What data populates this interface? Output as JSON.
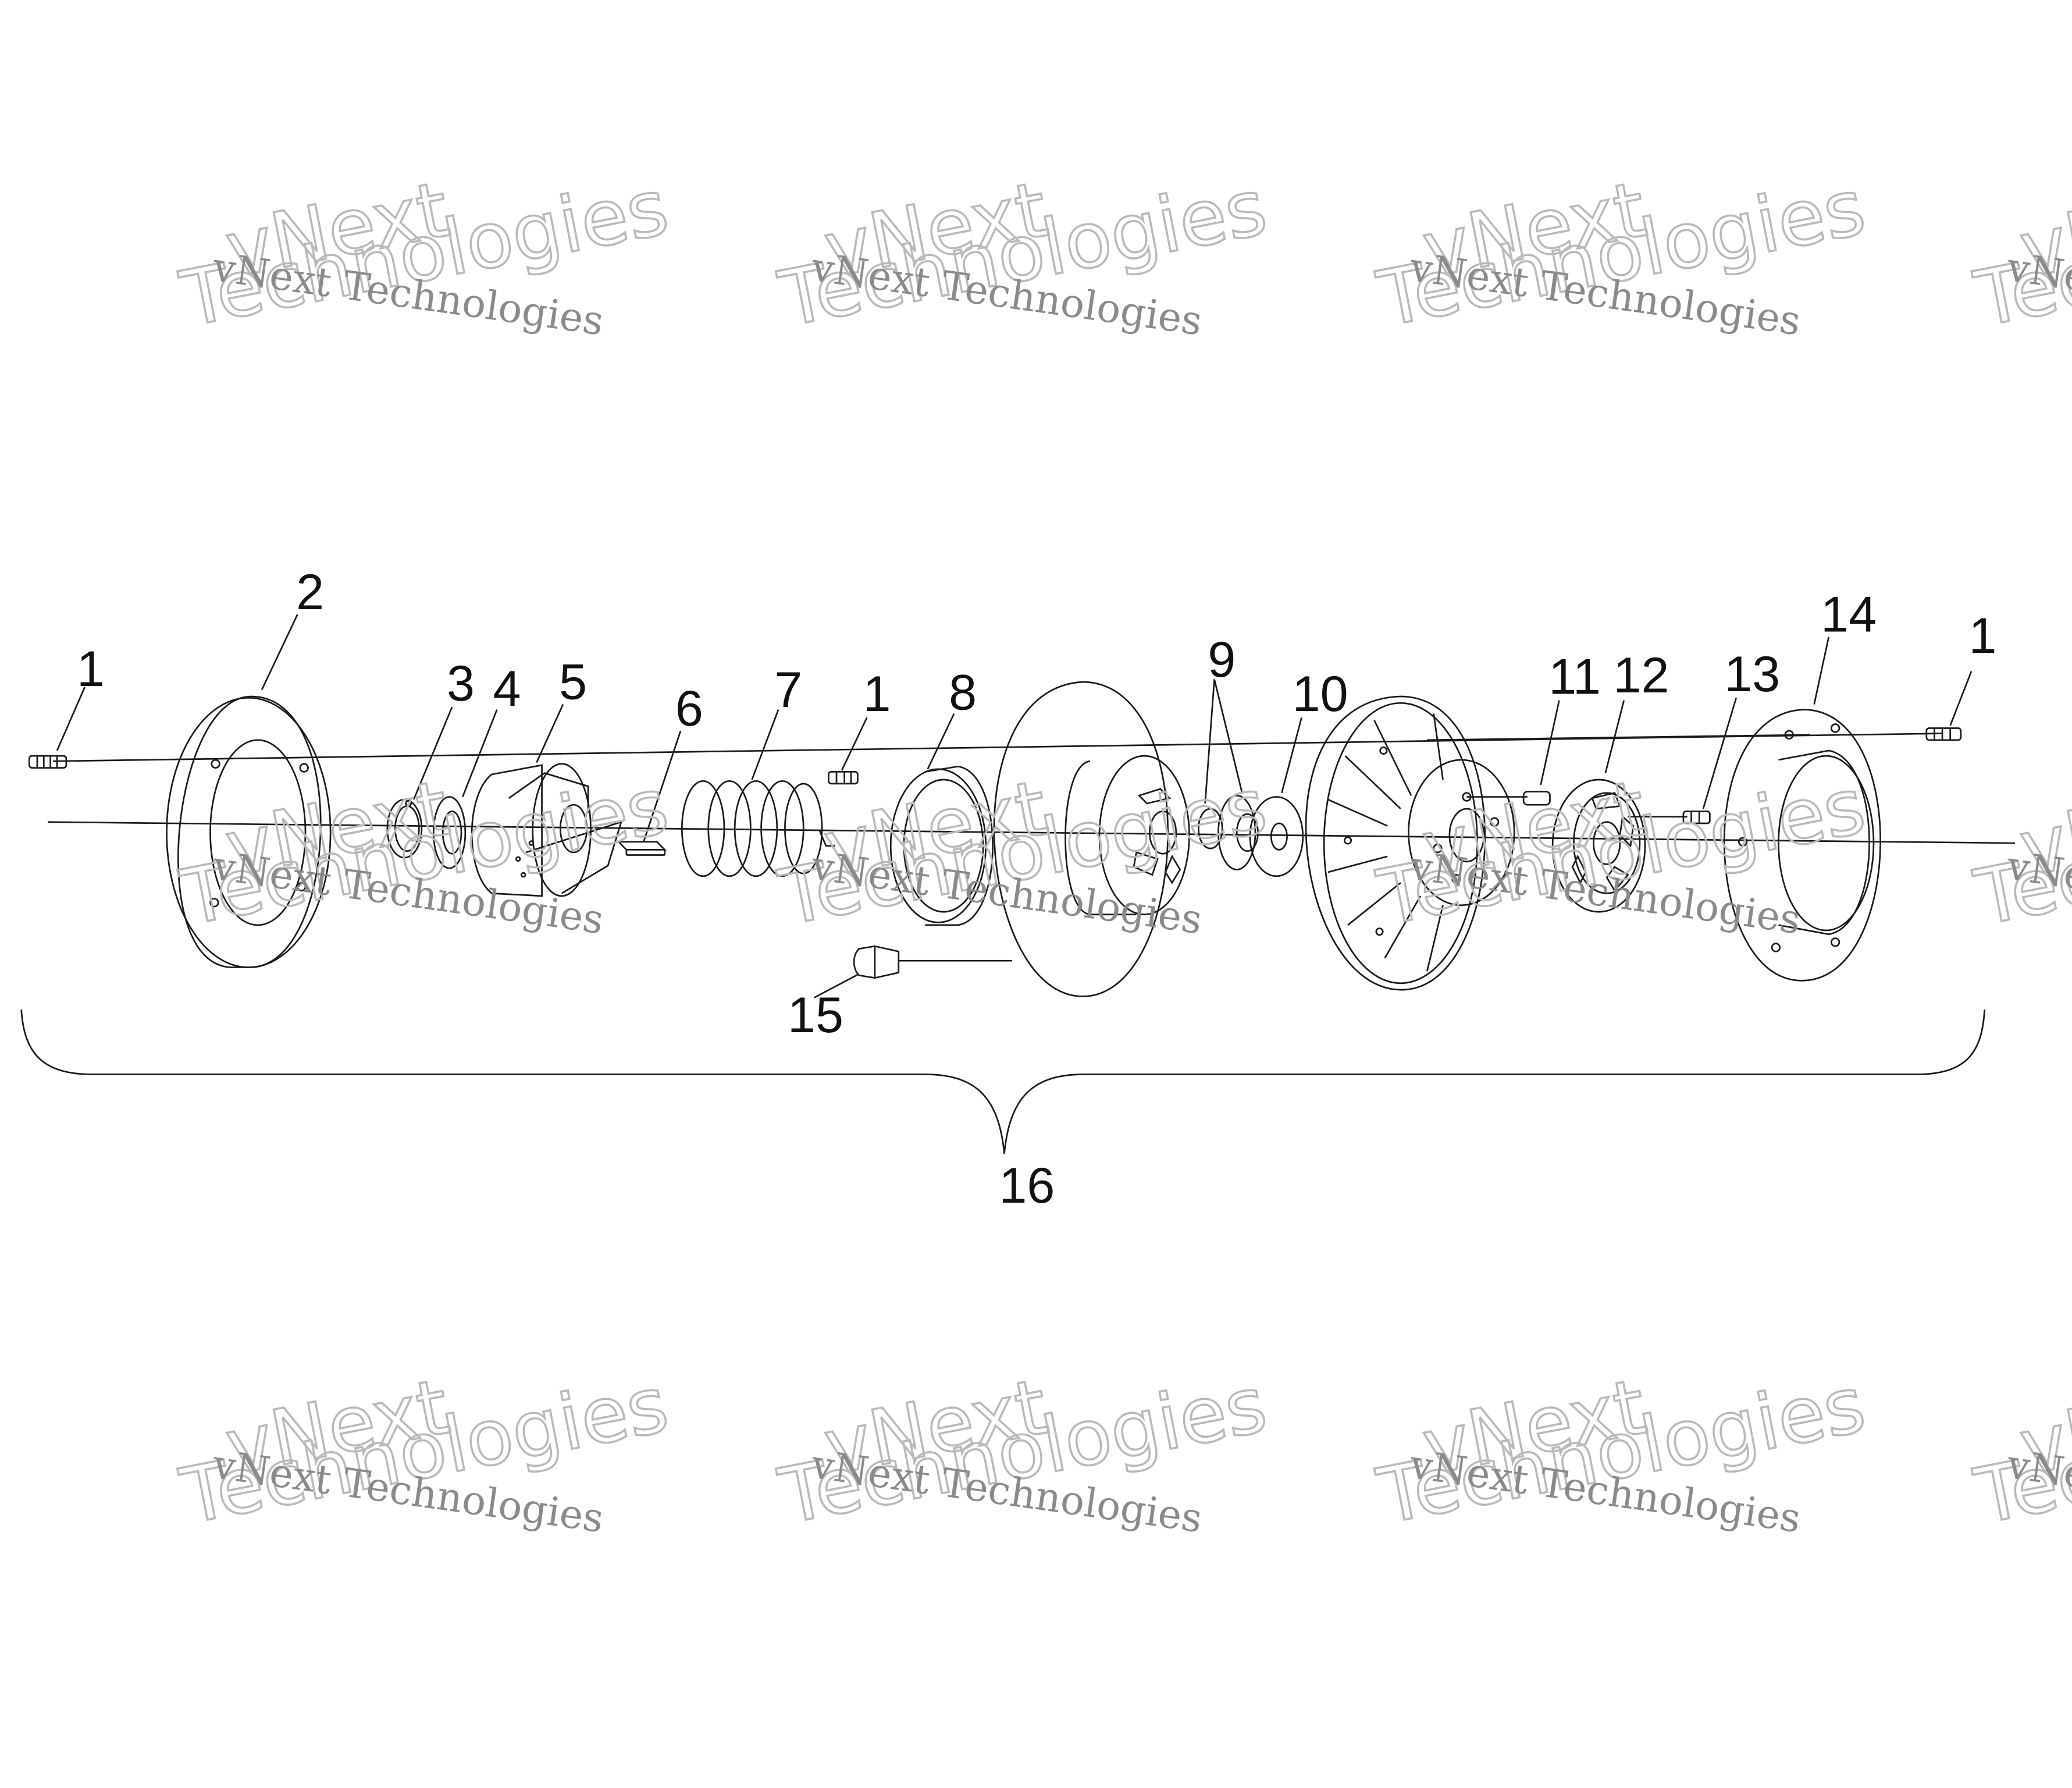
{
  "watermark": {
    "line_small": "vNext Technologies",
    "line_top": "vNext",
    "line_bottom": "Technologies"
  },
  "callouts": [
    {
      "id": "c1a",
      "label": "1",
      "part": "bolt"
    },
    {
      "id": "c2",
      "label": "2",
      "part": "back plate"
    },
    {
      "id": "c3",
      "label": "3",
      "part": "snap ring"
    },
    {
      "id": "c4",
      "label": "4",
      "part": "washer"
    },
    {
      "id": "c5",
      "label": "5",
      "part": "torque bracket"
    },
    {
      "id": "c6",
      "label": "6",
      "part": "key"
    },
    {
      "id": "c7",
      "label": "7",
      "part": "spring"
    },
    {
      "id": "c1b",
      "label": "1",
      "part": "screw"
    },
    {
      "id": "c8",
      "label": "8",
      "part": "bushing"
    },
    {
      "id": "c9",
      "label": "9",
      "part": "spacers"
    },
    {
      "id": "c10",
      "label": "10",
      "part": "washer"
    },
    {
      "id": "c11",
      "label": "11",
      "part": "pin"
    },
    {
      "id": "c12",
      "label": "12",
      "part": "cover plate"
    },
    {
      "id": "c13",
      "label": "13",
      "part": "screw"
    },
    {
      "id": "c14",
      "label": "14",
      "part": "front plate"
    },
    {
      "id": "c1c",
      "label": "1",
      "part": "bolt"
    },
    {
      "id": "c15",
      "label": "15",
      "part": "bushing"
    },
    {
      "id": "c16",
      "label": "16",
      "part": "assembly"
    }
  ]
}
